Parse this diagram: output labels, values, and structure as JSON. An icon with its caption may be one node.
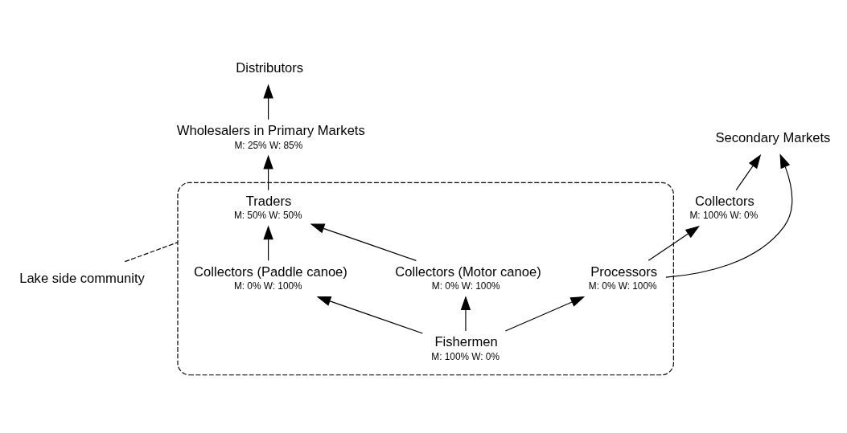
{
  "diagram": {
    "nodes": [
      {
        "text": [
          "Distributors"
        ]
      },
      {
        "text": [
          "Wholesalers in Primary Markets"
        ],
        "beside": [
          "M: 25% W: 85%"
        ]
      },
      {
        "text": [],
        "shape": "ellipse"
      },
      {
        "text": [
          "Traders"
        ],
        "beside": [
          "M: 50% W: 50%"
        ],
        "in": 2
      },
      {
        "text": [
          "Collectors (Paddle canoe)"
        ],
        "beside": [
          "M: 0% W: 100%"
        ],
        "in": 2
      },
      {
        "text": [
          "Collectors (Motor canoe)"
        ],
        "beside": [
          "M: 0% W: 100%"
        ],
        "in": 2
      },
      {
        "text": [
          "Processors"
        ],
        "beside": [
          "M: 0% W: 100%"
        ],
        "in": 2
      },
      {
        "text": [
          "Collectors"
        ],
        "beside": [
          "M: 100% W: 0%"
        ]
      },
      {
        "text": [
          "Secondary Markets"
        ]
      },
      {
        "text": [
          "Fishermen"
        ],
        "beside": [
          "M: 100% W: 0%"
        ],
        "in": 2
      },
      {
        "text": [
          "Lake side community"
        ]
      }
    ],
    "edges": [
      {
        "from": 1,
        "to": 0,
        "arrow": "to"
      },
      {
        "from": 3,
        "to": 1,
        "arrow": "to"
      },
      {
        "from": 4,
        "to": 3,
        "arrow": "to"
      },
      {
        "from": 5,
        "to": 3,
        "arrow": "to"
      },
      {
        "from": 6,
        "to": 7,
        "arrow": "to"
      },
      {
        "from": 7,
        "to": 8,
        "arrow": "to"
      },
      {
        "from": 6,
        "to": 8,
        "arrow": "to"
      },
      {
        "from": 9,
        "to": 4,
        "arrow": "to"
      },
      {
        "from": 9,
        "to": 5,
        "arrow": "to"
      },
      {
        "from": 9,
        "to": 6,
        "arrow": "to"
      },
      {
        "from": 10,
        "to": 2,
        "arrow": "none",
        "style": "dashed"
      }
    ]
  }
}
